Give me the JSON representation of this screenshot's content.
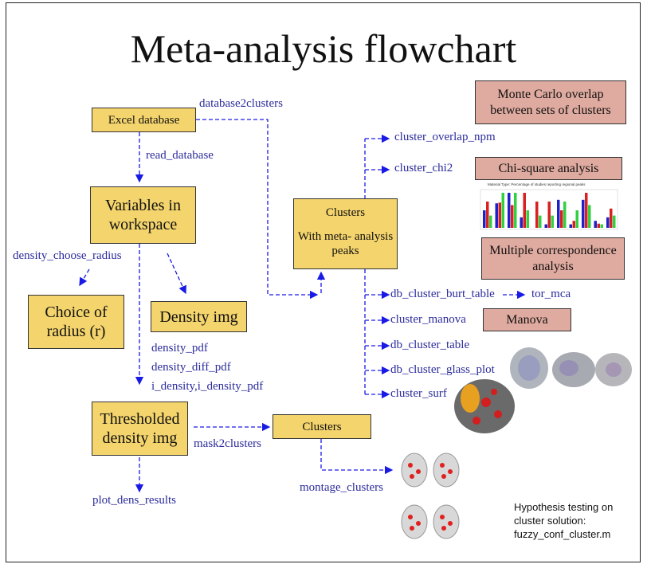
{
  "title": "Meta-analysis flowchart",
  "boxes": {
    "excel": "Excel database",
    "variables": [
      "Variables in",
      "workspace"
    ],
    "choice": [
      "Choice of",
      "radius (r)"
    ],
    "density": "Density img",
    "thresholded": [
      "Thresholded",
      "density img"
    ],
    "clusters_peaks": [
      "Clusters",
      "With meta- analysis",
      "peaks"
    ],
    "clusters": "Clusters",
    "monte_carlo": [
      "Monte Carlo overlap",
      "between sets of clusters"
    ],
    "chi_square": "Chi-square analysis",
    "mca": [
      "Multiple correspondence",
      "analysis"
    ],
    "manova": "Manova"
  },
  "functions": {
    "database2clusters": "database2clusters",
    "read_database": "read_database",
    "density_choose_radius": "density_choose_radius",
    "density_pdf": "density_pdf",
    "density_diff_pdf": "density_diff_pdf",
    "i_density": "i_density,i_density_pdf",
    "mask2clusters": "mask2clusters",
    "plot_dens_results": "plot_dens_results",
    "montage_clusters": "montage_clusters",
    "cluster_overlap_npm": "cluster_overlap_npm",
    "cluster_chi2": "cluster_chi2",
    "db_cluster_burt_table": "db_cluster_burt_table",
    "tor_mca": "tor_mca",
    "cluster_manova": "cluster_manova",
    "db_cluster_table": "db_cluster_table",
    "db_cluster_glass_plot": "db_cluster_glass_plot",
    "cluster_surf": "cluster_surf"
  },
  "chart_thumbnail_title": "Material Type: Percentage of studies reporting regional peaks",
  "hypothesis": [
    "Hypothesis testing on",
    "cluster solution:",
    "fuzzy_conf_cluster.m"
  ],
  "colors": {
    "box": "#f4d46c",
    "pink_box": "#dfaa9f",
    "function_text": "#2b2b9c",
    "arrow": "#1a1ae6"
  }
}
